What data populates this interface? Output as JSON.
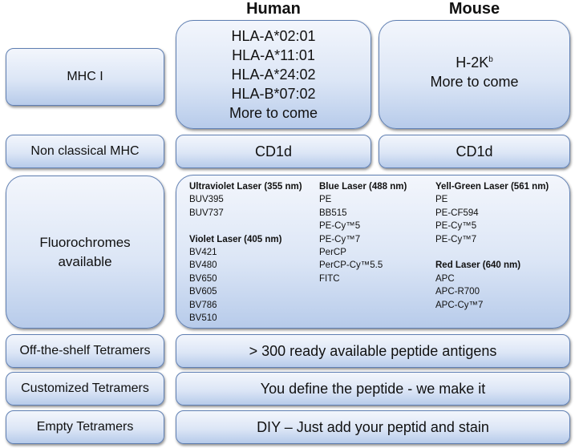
{
  "headers": {
    "human": "Human",
    "mouse": "Mouse"
  },
  "rows": {
    "mhc1": {
      "label": "MHC I",
      "human": [
        "HLA-A*02:01",
        "HLA-A*11:01",
        "HLA-A*24:02",
        "HLA-B*07:02",
        "More to come"
      ],
      "mouse": {
        "allele": "H-2K",
        "allele_sup": "b",
        "more": "More to come"
      }
    },
    "nonclassical": {
      "label": "Non classical MHC",
      "human": "CD1d",
      "mouse": "CD1d"
    },
    "fluorochromes": {
      "label_line1": "Fluorochromes",
      "label_line2": "available",
      "uv": {
        "title": "Ultraviolet Laser (355 nm)",
        "items": [
          "BUV395",
          "BUV737"
        ]
      },
      "violet": {
        "title": "Violet Laser (405 nm)",
        "items": [
          "BV421",
          "BV480",
          "BV650",
          "BV605",
          "BV786",
          "BV510"
        ]
      },
      "blue": {
        "title": "Blue Laser (488 nm)",
        "items": [
          "PE",
          "BB515",
          "PE-Cy™5",
          "PE-Cy™7",
          "PerCP",
          "PerCP-Cy™5.5",
          "FITC"
        ]
      },
      "yellowgreen": {
        "title": "Yell-Green Laser (561 nm)",
        "items": [
          "PE",
          "PE-CF594",
          "PE-Cy™5",
          "PE-Cy™7"
        ]
      },
      "red": {
        "title": "Red Laser (640 nm)",
        "items": [
          "APC",
          "APC-R700",
          "APC-Cy™7"
        ]
      }
    },
    "offshelf": {
      "label": "Off-the-shelf Tetramers",
      "value": "> 300 ready available peptide antigens"
    },
    "custom": {
      "label": "Customized Tetramers",
      "value": "You define the peptide - we make it"
    },
    "empty": {
      "label": "Empty Tetramers",
      "value": "DIY – Just add your peptid and stain"
    }
  }
}
